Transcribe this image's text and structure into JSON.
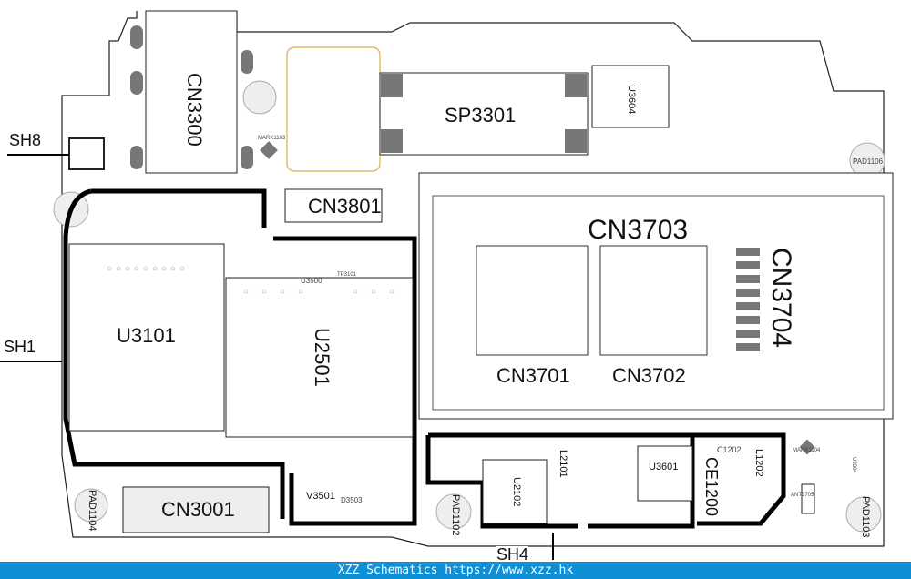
{
  "components": {
    "sh8": "SH8",
    "sh1": "SH1",
    "sh4": "SH4",
    "cn3300": "CN3300",
    "sp3301": "SP3301",
    "u3604": "U3604",
    "pad1106": "PAD1106",
    "mark1103": "MARK1103",
    "cn3801": "CN3801",
    "cn3703": "CN3703",
    "cn3704": "CN3704",
    "cn3701": "CN3701",
    "cn3702": "CN3702",
    "u3101": "U3101",
    "u2501": "U2501",
    "u3500": "U3500",
    "tp3101": "TP3101",
    "cn3001": "CN3001",
    "pad1104": "PAD1104",
    "pad1102": "PAD1102",
    "pad1103": "PAD1103",
    "v3501": "V3501",
    "d3503": "D3503",
    "u2102": "U2102",
    "l2101": "L2101",
    "u3601": "U3601",
    "ce1200": "CE1200",
    "c1202": "C1202",
    "l1202": "L1202",
    "ant3705": "ANT3705",
    "mark1104": "MARK1104",
    "u3304": "U3304"
  },
  "footer": {
    "text": "XZZ Schematics https://www.xzz.hk"
  },
  "colors": {
    "footer": "#0e8fd6",
    "gold": "#d4b04a",
    "shield": "#000000"
  }
}
